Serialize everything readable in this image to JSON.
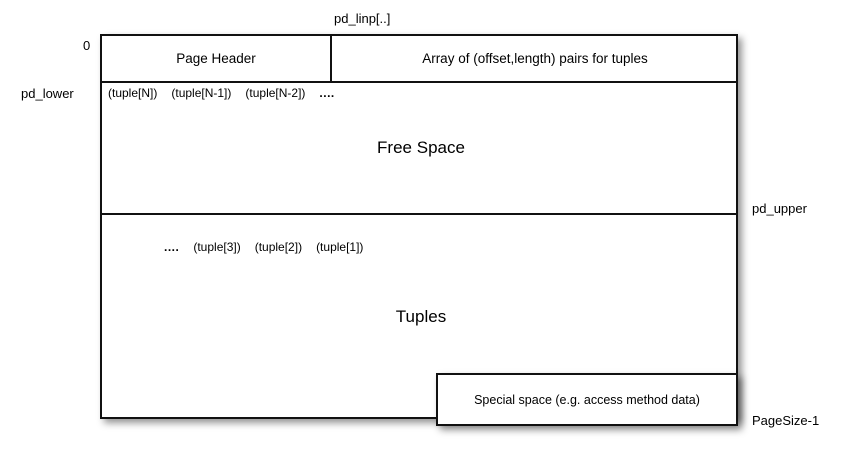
{
  "diagram": {
    "title": "PostgreSQL heap page layout",
    "type": "block-layout",
    "colors": {
      "background": "#ffffff",
      "stroke": "#111111",
      "fill": "#ffffff",
      "text": "#000000",
      "shadow": "rgba(0,0,0,0.42)"
    }
  },
  "annotations": {
    "origin_offset": "0",
    "pd_lower": "pd_lower",
    "pd_linp": "pd_linp[..]",
    "pd_upper": "pd_upper",
    "page_size_end": "PageSize-1"
  },
  "page_box": {
    "sections": {
      "page_header": "Page Header",
      "linp_array": "Array of (offset,length) pairs for tuples",
      "free_space": "Free Space",
      "tuples": "Tuples",
      "special_space": "Special space (e.g. access method data)"
    },
    "tuple_row_top": [
      "(tuple[N])",
      "(tuple[N-1])",
      "(tuple[N-2])",
      "...."
    ],
    "tuple_row_bottom": [
      "....",
      "(tuple[3])",
      "(tuple[2])",
      "(tuple[1])"
    ]
  }
}
